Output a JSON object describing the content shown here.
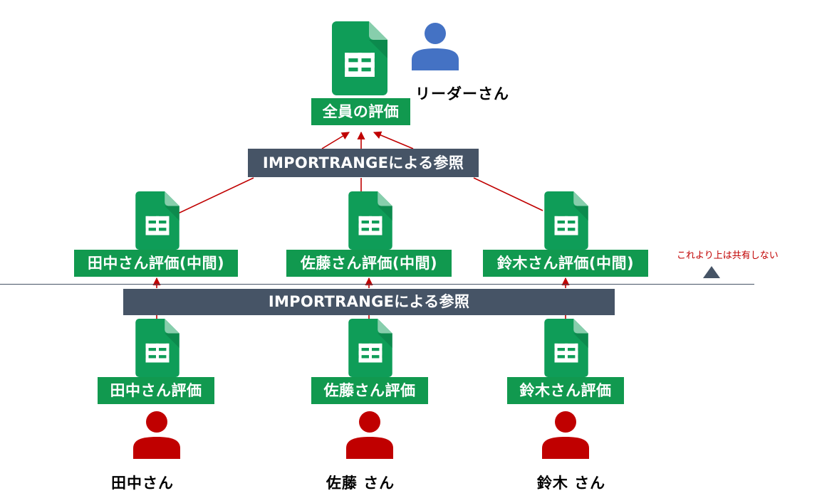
{
  "leader": {
    "name": "リーダーさん",
    "sheet_label": "全員の評価"
  },
  "banner_top": "IMPORTRANGEによる参照",
  "banner_bottom": "IMPORTRANGEによる参照",
  "share_note": "これより上は共有しない",
  "members": [
    {
      "name": "田中さん",
      "middle_sheet": "田中さん評価(中間)",
      "sheet": "田中さん評価"
    },
    {
      "name": "佐藤 さん",
      "middle_sheet": "佐藤さん評価(中間)",
      "sheet": "佐藤さん評価"
    },
    {
      "name": "鈴木 さん",
      "middle_sheet": "鈴木さん評価(中間)",
      "sheet": "鈴木さん評価"
    }
  ],
  "colors": {
    "sheet_green": "#11994f",
    "banner": "#465466",
    "arrow": "#c00000",
    "leader_person": "#4472c4",
    "member_person": "#c00000",
    "share_marker": "#465466"
  }
}
